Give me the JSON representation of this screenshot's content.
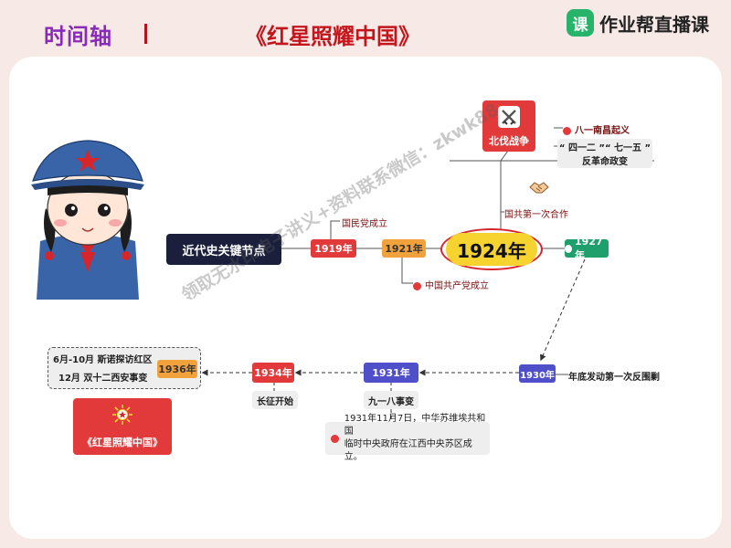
{
  "header": {
    "title": "时间轴",
    "subtitle": "《红星照耀中国》"
  },
  "brand": {
    "logo_char": "课",
    "name": "作业帮直播课"
  },
  "diagram": {
    "root_label": "近代史关键节点",
    "nodes": {
      "y1919": "1919年",
      "y1921": "1921年",
      "y1924": "1924年",
      "y1927": "1927年",
      "y1930": "1930年",
      "y1931": "1931年",
      "y1934": "1934年",
      "y1936": "1936年"
    },
    "labels": {
      "kmt_founded": "国民党成立",
      "ccp_founded": "中国共产党成立",
      "first_coop": "国共第一次合作",
      "northern_expedition": "北伐战争",
      "nanchang": "八一南昌起义",
      "coup_line1": "“ 四一二 ”“ 七一五 ”",
      "coup_line2": "反革命政变",
      "encirclement": "年底发动第一次反围剿",
      "mukden": "九一八事变",
      "long_march": "长征开始",
      "soviet_note_line1": "1931年11月7日，中华苏维埃共和国",
      "soviet_note_line2": "临时中央政府在江西中央苏区成立。",
      "snow_visit": "6月-10月  斯诺探访红区",
      "xian": "12月  双十二西安事变",
      "book": "《红星照耀中国》"
    }
  },
  "watermark": "领取无水印电子讲义+资料联系微信：zkwk88",
  "colors": {
    "title_purple": "#8a2bb8",
    "title_red": "#c4151c",
    "red_node": "#e23a3a",
    "orange_node": "#f2a23c",
    "yellow_hub": "#f7d330",
    "green_node": "#1f9f6b",
    "blue_node": "#4f4fc9",
    "dark_navy": "#1b1f3c"
  }
}
